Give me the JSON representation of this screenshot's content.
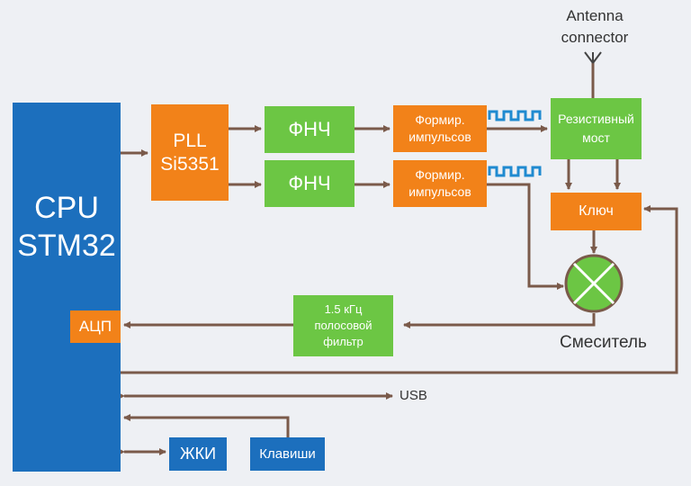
{
  "diagram": {
    "cpu": {
      "line1": "CPU",
      "line2": "STM32"
    },
    "adc": "АЦП",
    "pll": {
      "line1": "PLL",
      "line2": "Si5351"
    },
    "lpf_top": "ФНЧ",
    "lpf_bottom": "ФНЧ",
    "shaper_top": "Формир.\nимпульсов",
    "shaper_bottom": "Формир.\nимпульсов",
    "bridge": "Резистивный\nмост",
    "switch": "Ключ",
    "bandpass": "1.5 кГц\nполосовой\nфильтр",
    "mixer_label": "Смеситель",
    "antenna_label": "Antenna\nconnector",
    "usb_label": "USB",
    "lcd": "ЖКИ",
    "keys": "Клавиши",
    "colors": {
      "cpu_blue": "#1c6fbd",
      "orange": "#f28219",
      "green": "#6cc644",
      "wire": "#7a5a4a",
      "pulse": "#1f8ad0"
    }
  }
}
